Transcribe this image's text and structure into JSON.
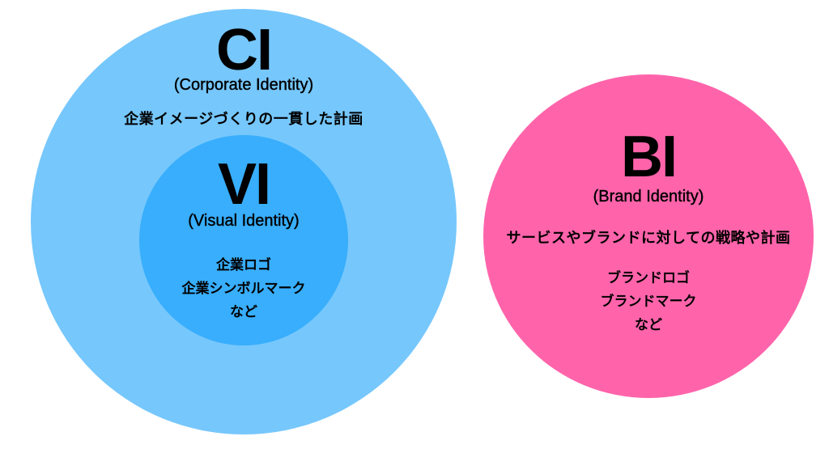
{
  "colors": {
    "ci_circle": "#76C7FC",
    "vi_circle": "#38AEFC",
    "bi_circle": "#FF64AB",
    "text": "#000000",
    "background": "#FFFFFF"
  },
  "ci": {
    "abbr": "CI",
    "full_name": "(Corporate Identity)",
    "description": "企業イメージづくりの一貫した計画"
  },
  "vi": {
    "abbr": "VI",
    "full_name": "(Visual Identity)",
    "examples": [
      "企業ロゴ",
      "企業シンボルマーク",
      "など"
    ]
  },
  "bi": {
    "abbr": "BI",
    "full_name": "(Brand Identity)",
    "description": "サービスやブランドに対しての戦略や計画",
    "examples": [
      "ブランドロゴ",
      "ブランドマーク",
      "など"
    ]
  }
}
